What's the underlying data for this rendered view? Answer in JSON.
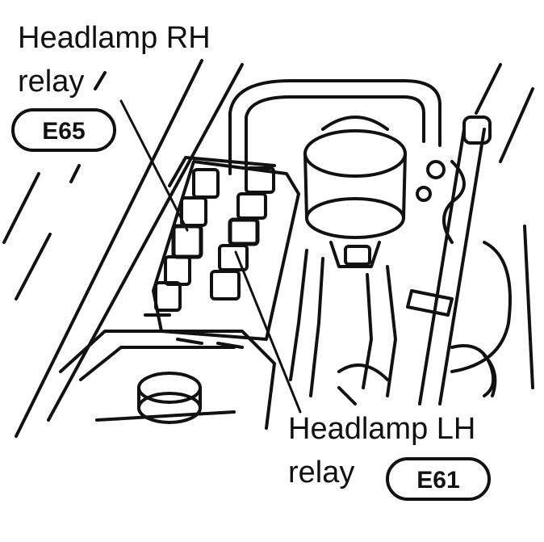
{
  "callouts": {
    "rh": {
      "line1": "Headlamp RH",
      "line2": "relay",
      "code": "E65"
    },
    "lh": {
      "line1": "Headlamp LH",
      "line2": "relay",
      "code": "E61"
    }
  },
  "palette": {
    "ink": "#111111",
    "paper": "#ffffff"
  }
}
